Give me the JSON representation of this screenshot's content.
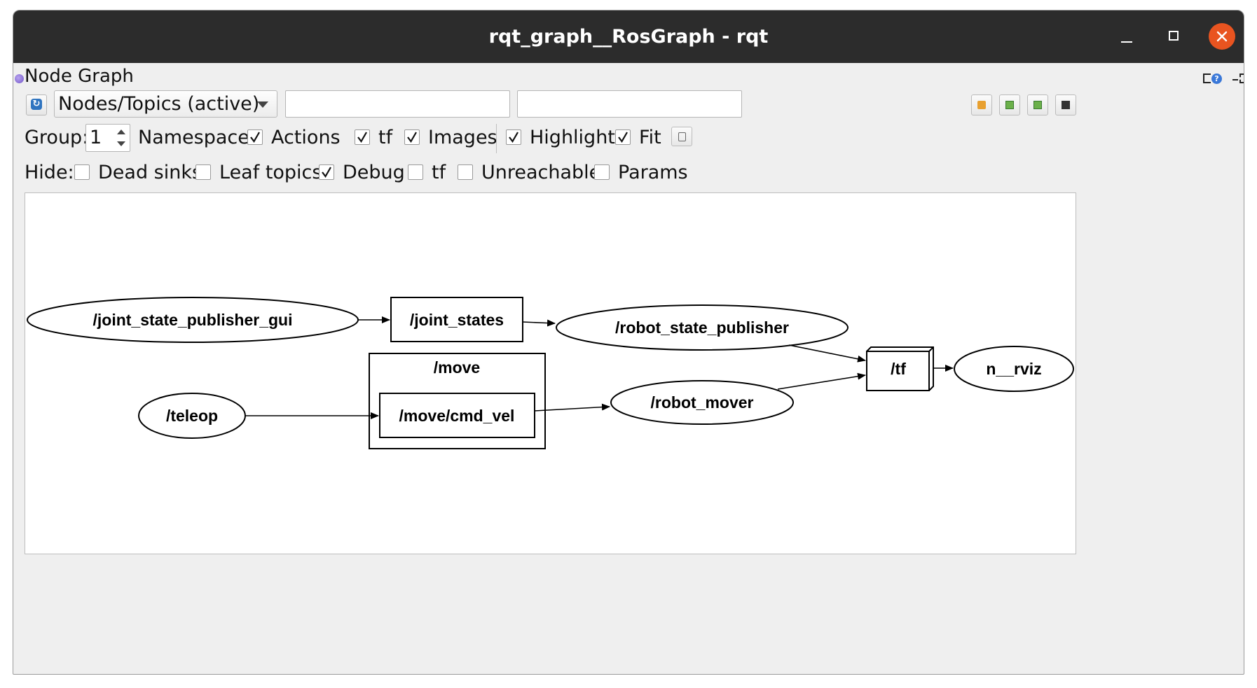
{
  "window": {
    "title": "rqt_graph__RosGraph - rqt"
  },
  "panel": {
    "title": "Node Graph"
  },
  "toolbar": {
    "graph_type": "Nodes/Topics (active)",
    "filter1_value": "",
    "filter2_value": ""
  },
  "group_row": {
    "group_label": "Group:",
    "group_value": "1",
    "namespaces_label": "Namespaces",
    "namespaces_checked": true,
    "actions_label": "Actions",
    "actions_checked": true,
    "tf_label": "tf",
    "tf_checked": true,
    "images_label": "Images",
    "images_checked": true,
    "highlight_label": "Highlight",
    "highlight_checked": true,
    "fit_label": "Fit",
    "fit_checked": true
  },
  "hide_row": {
    "hide_label": "Hide:",
    "dead_sinks_label": "Dead sinks",
    "dead_sinks_checked": false,
    "leaf_topics_label": "Leaf topics",
    "leaf_topics_checked": false,
    "debug_label": "Debug",
    "debug_checked": true,
    "tf_label": "tf",
    "tf_checked": false,
    "unreachable_label": "Unreachable",
    "unreachable_checked": false,
    "params_label": "Params",
    "params_checked": false
  },
  "graph": {
    "nodes": {
      "joint_state_publisher_gui": "/joint_state_publisher_gui",
      "robot_state_publisher": "/robot_state_publisher",
      "teleop": "/teleop",
      "robot_mover": "/robot_mover",
      "rviz": "n__rviz"
    },
    "topics": {
      "joint_states": "/joint_states",
      "move_cmd_vel": "/move/cmd_vel",
      "tf": "/tf"
    },
    "namespaces": {
      "move": "/move"
    }
  }
}
